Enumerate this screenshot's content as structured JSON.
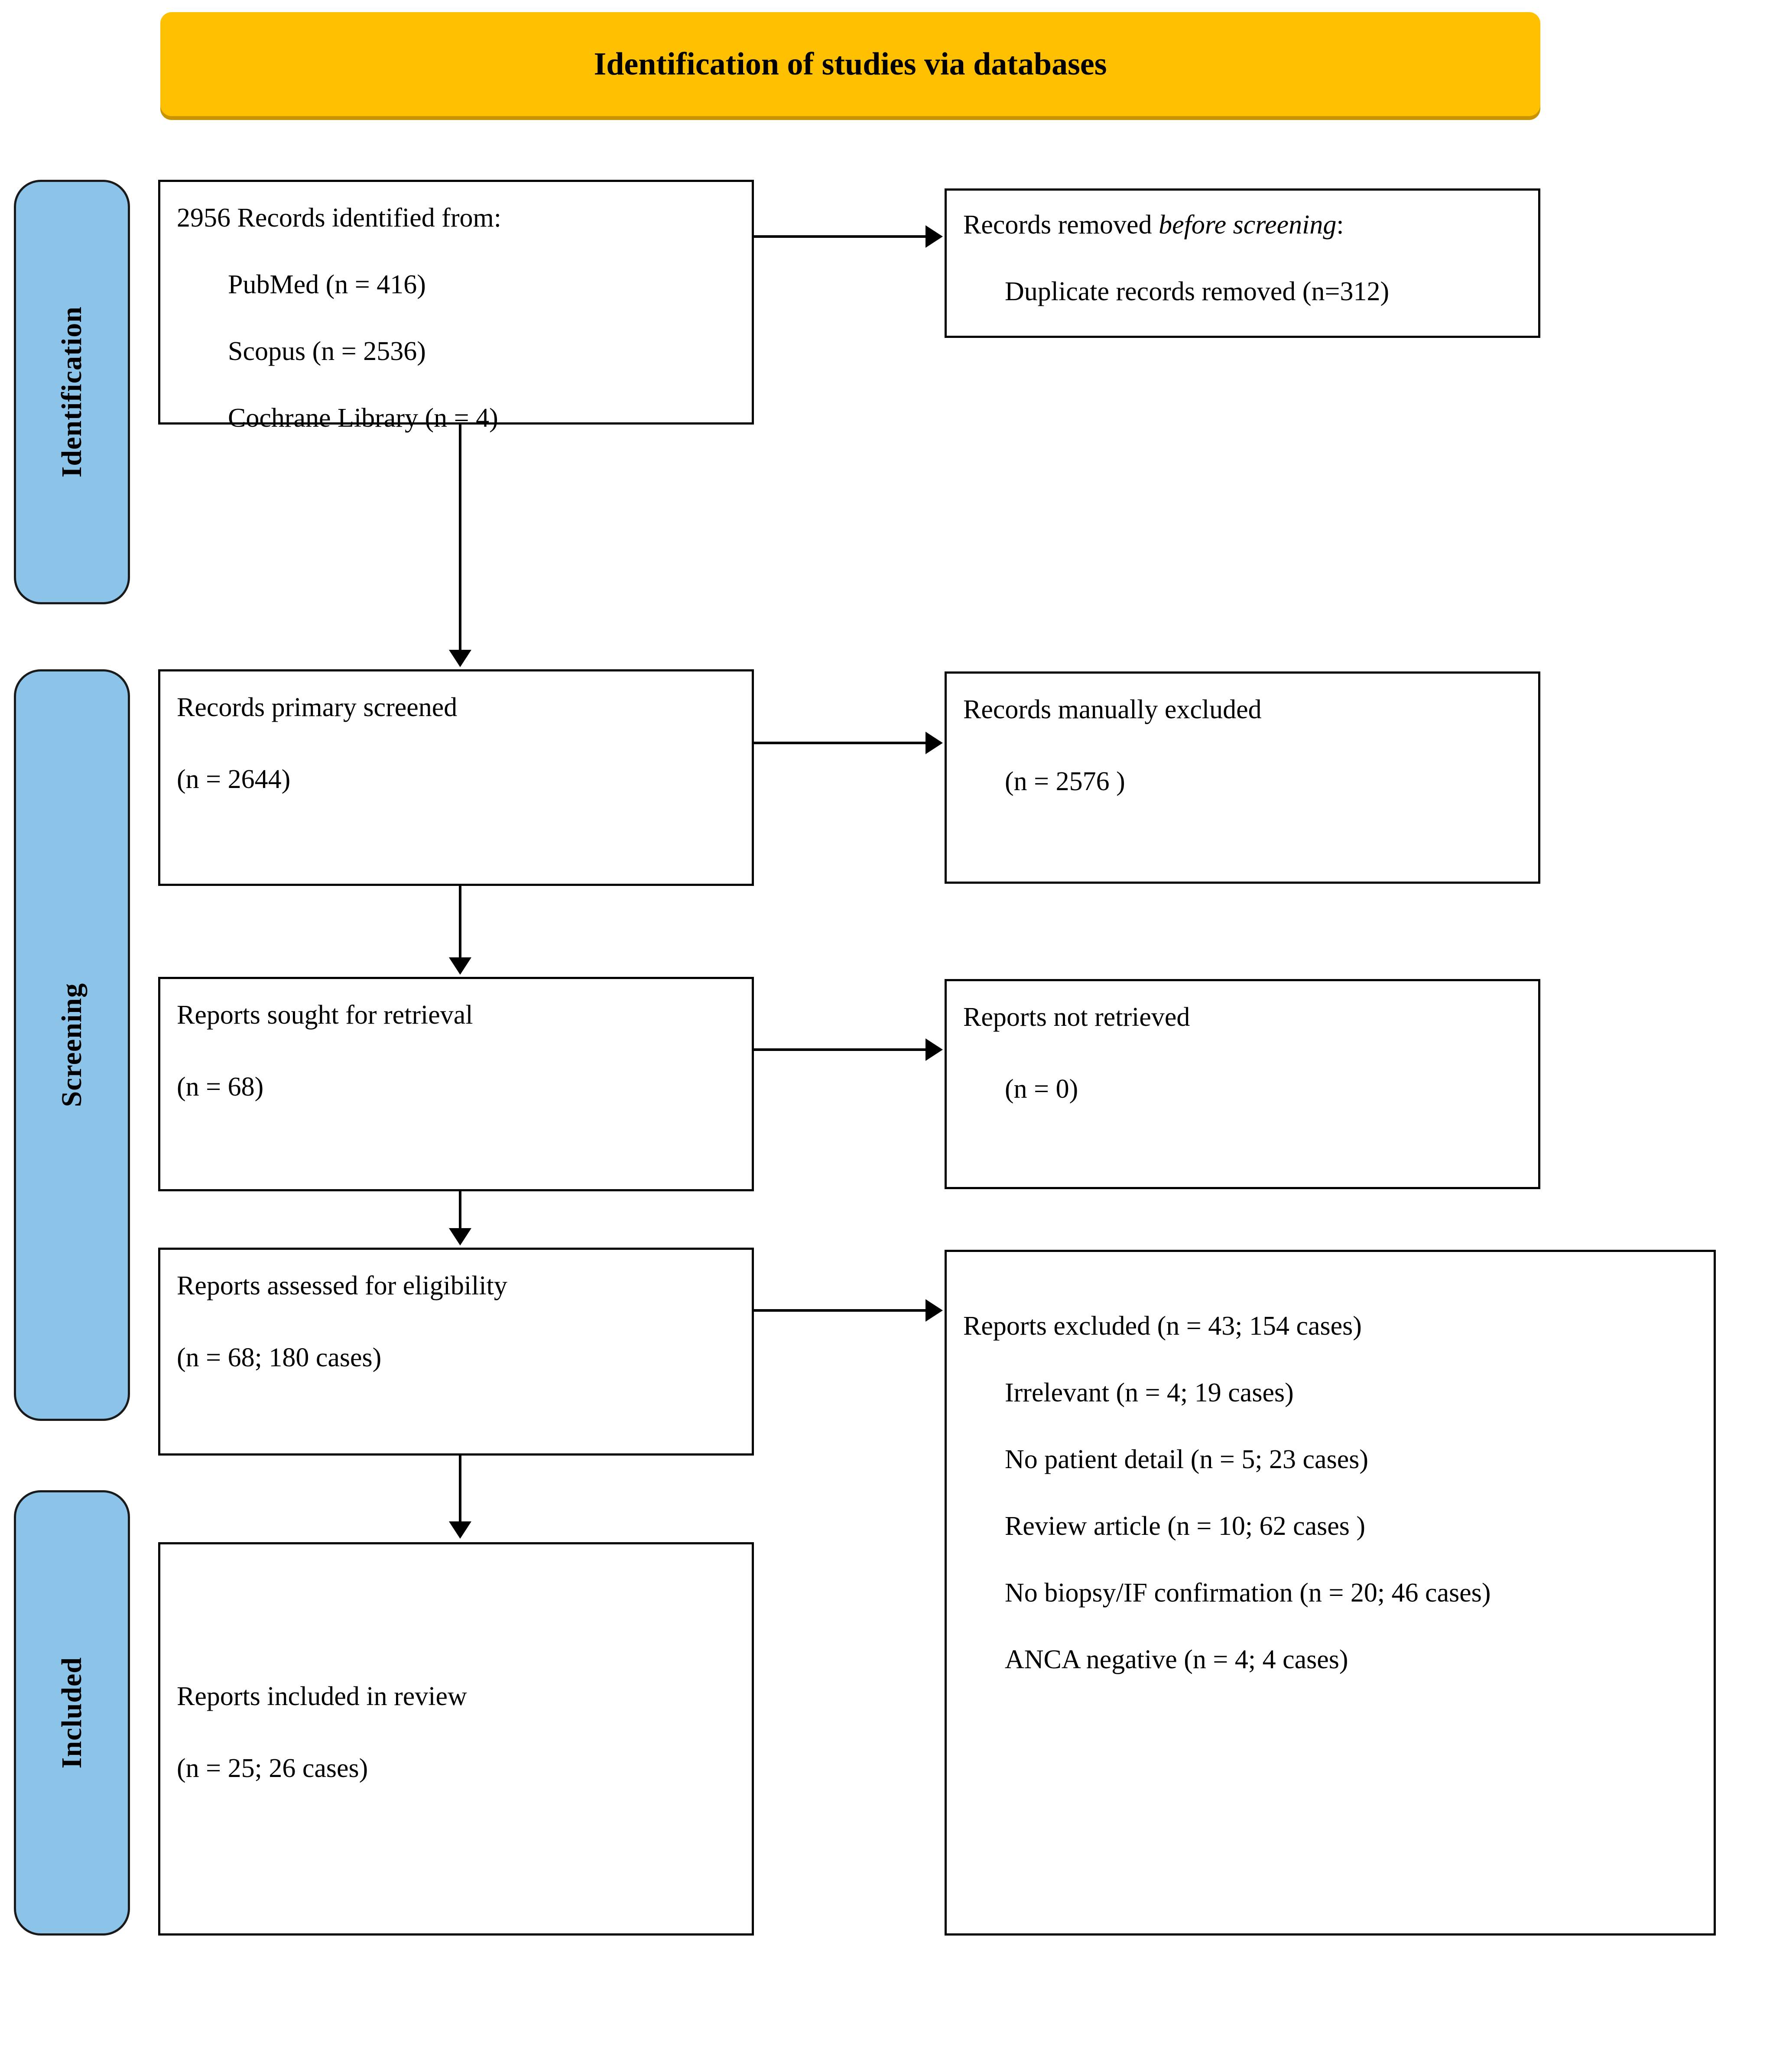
{
  "header": {
    "title": "Identification of studies via databases",
    "bg_color": "#FFC000"
  },
  "stages": {
    "accent_color": "#8BC4E8",
    "items": [
      {
        "label": "Identification"
      },
      {
        "label": "Screening"
      },
      {
        "label": "Included"
      }
    ]
  },
  "boxes": {
    "identified": {
      "title": "2956 Records identified from:",
      "sources": [
        "PubMed (n = 416)",
        "Scopus (n = 2536)",
        "Cochrane Library (n = 4)"
      ]
    },
    "removed_before_screening": {
      "title_prefix": "Records removed ",
      "title_italic": "before screening",
      "title_suffix": ":",
      "detail": "Duplicate records removed (n=312)"
    },
    "primary_screened": {
      "title": "Records primary screened",
      "count": "(n = 2644)"
    },
    "manually_excluded": {
      "title": "Records manually excluded",
      "count": "(n = 2576 )"
    },
    "sought_for_retrieval": {
      "title": "Reports sought for retrieval",
      "count": "(n = 68)"
    },
    "not_retrieved": {
      "title": "Reports not retrieved",
      "count": "(n = 0)"
    },
    "assessed_for_eligibility": {
      "title": "Reports assessed for eligibility",
      "count": "(n = 68; 180 cases)"
    },
    "reports_excluded": {
      "title": "Reports excluded (n = 43; 154 cases)",
      "reasons": [
        "Irrelevant (n = 4; 19 cases)",
        "No patient detail (n = 5; 23 cases)",
        "Review article (n = 10; 62 cases )",
        "No biopsy/IF confirmation (n = 20; 46 cases)",
        "ANCA negative (n = 4; 4 cases)"
      ]
    },
    "included_in_review": {
      "title": "Reports included in review",
      "count": "(n = 25; 26 cases)"
    }
  }
}
